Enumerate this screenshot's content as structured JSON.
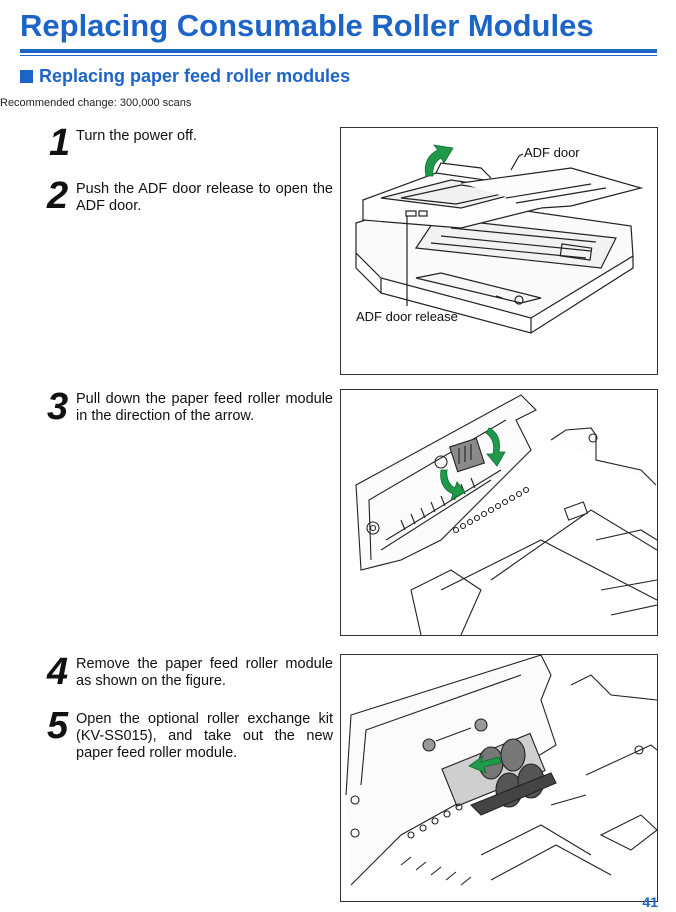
{
  "header": {
    "title": "Replacing Consumable Roller Modules"
  },
  "section": {
    "title": "Replacing paper feed roller modules"
  },
  "note": "Recommended change: 300,000 scans",
  "steps": [
    {
      "num": "1",
      "text": "Turn the power off."
    },
    {
      "num": "2",
      "text": "Push the ADF door release to open the ADF door."
    },
    {
      "num": "3",
      "text": "Pull down the paper feed roller module in the direction of the arrow."
    },
    {
      "num": "4",
      "text": "Remove the paper feed roller module as shown on the figure."
    },
    {
      "num": "5",
      "text": "Open the optional roller exchange kit (KV-SS015), and take out the new paper feed roller module."
    }
  ],
  "figure1": {
    "label_door": "ADF door",
    "label_release": "ADF door release"
  },
  "page": {
    "number": "41"
  },
  "colors": {
    "accent": "#1c64c8",
    "arrow": "#1e9a4a"
  }
}
